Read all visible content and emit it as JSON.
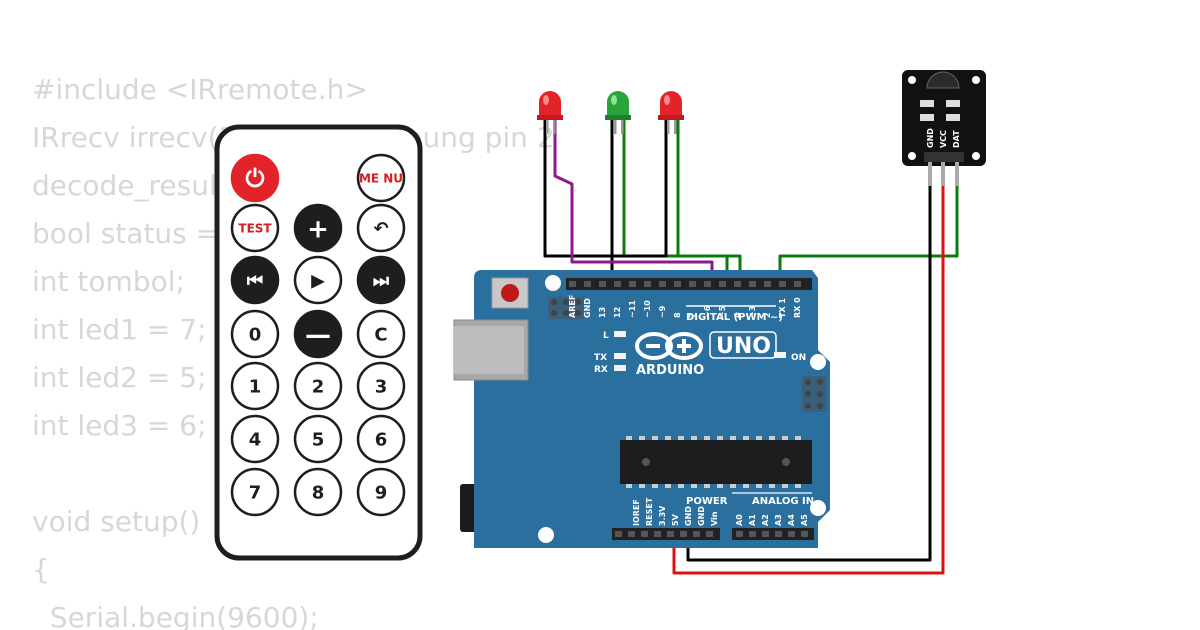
{
  "code": {
    "lines": [
      "#include <IRremote.h>",
      "IRrecv irrecv(2); // IR terhubung pin 2",
      "decode_results results;",
      "bool status = false;",
      "int tombol;",
      "int led1 = 7;",
      "int led2 = 5;",
      "int led3 = 6;",
      "",
      "void setup()",
      "{",
      "  Serial.begin(9600);"
    ]
  },
  "remote": {
    "buttons": [
      {
        "label": "⏻",
        "style": "red",
        "icon": "power-icon"
      },
      {
        "label": "ME NU",
        "style": "outline-red",
        "icon": ""
      },
      {
        "label": "TEST",
        "style": "outline-red",
        "icon": ""
      },
      {
        "label": "+",
        "style": "dark",
        "icon": "plus-icon"
      },
      {
        "label": "↶",
        "style": "outline",
        "icon": "back-arrow-icon"
      },
      {
        "label": "⏮",
        "style": "dark",
        "icon": "rewind-icon"
      },
      {
        "label": "▶",
        "style": "outline",
        "icon": "play-icon"
      },
      {
        "label": "⏭",
        "style": "dark",
        "icon": "fast-forward-icon"
      },
      {
        "label": "0",
        "style": "outline",
        "icon": ""
      },
      {
        "label": "—",
        "style": "dark",
        "icon": "minus-icon"
      },
      {
        "label": "C",
        "style": "outline",
        "icon": ""
      },
      {
        "label": "1",
        "style": "outline",
        "icon": ""
      },
      {
        "label": "2",
        "style": "outline",
        "icon": ""
      },
      {
        "label": "3",
        "style": "outline",
        "icon": ""
      },
      {
        "label": "4",
        "style": "outline",
        "icon": ""
      },
      {
        "label": "5",
        "style": "outline",
        "icon": ""
      },
      {
        "label": "6",
        "style": "outline",
        "icon": ""
      },
      {
        "label": "7",
        "style": "outline",
        "icon": ""
      },
      {
        "label": "8",
        "style": "outline",
        "icon": ""
      },
      {
        "label": "9",
        "style": "outline",
        "icon": ""
      }
    ]
  },
  "leds": [
    {
      "color": "red",
      "hex": "#e2242a"
    },
    {
      "color": "green",
      "hex": "#2aa33a"
    },
    {
      "color": "red",
      "hex": "#e2242a"
    }
  ],
  "ir_sensor": {
    "pins": [
      "GND",
      "VCC",
      "DAT"
    ]
  },
  "arduino": {
    "model": "UNO",
    "brand": "ARDUINO",
    "digital_header": "DIGITAL (PWM ~)",
    "digital_pins": [
      "AREF",
      "GND",
      "13",
      "12",
      "~11",
      "~10",
      "~9",
      "8",
      "7",
      "~6",
      "~5",
      "4",
      "~3",
      "2",
      "TX 1",
      "RX 0"
    ],
    "power_header": "POWER",
    "power_pins": [
      "IOREF",
      "RESET",
      "3.3V",
      "5V",
      "GND",
      "GND",
      "Vin"
    ],
    "analog_header": "ANALOG IN",
    "analog_pins": [
      "A0",
      "A1",
      "A2",
      "A3",
      "A4",
      "A5"
    ],
    "led_labels": [
      "L",
      "TX",
      "RX"
    ],
    "on_label": "ON"
  },
  "wires": {
    "colors": {
      "black": "#000000",
      "purple": "#8b1a8e",
      "green": "#0d7a0d",
      "red": "#e01010"
    }
  }
}
